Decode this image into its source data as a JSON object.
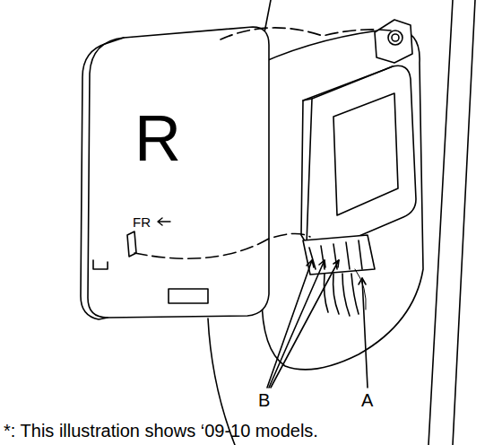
{
  "diagram": {
    "caption": "*: This illustration shows ‘09-10 models.",
    "labels": [
      "R",
      "FR",
      "B",
      "A"
    ]
  }
}
